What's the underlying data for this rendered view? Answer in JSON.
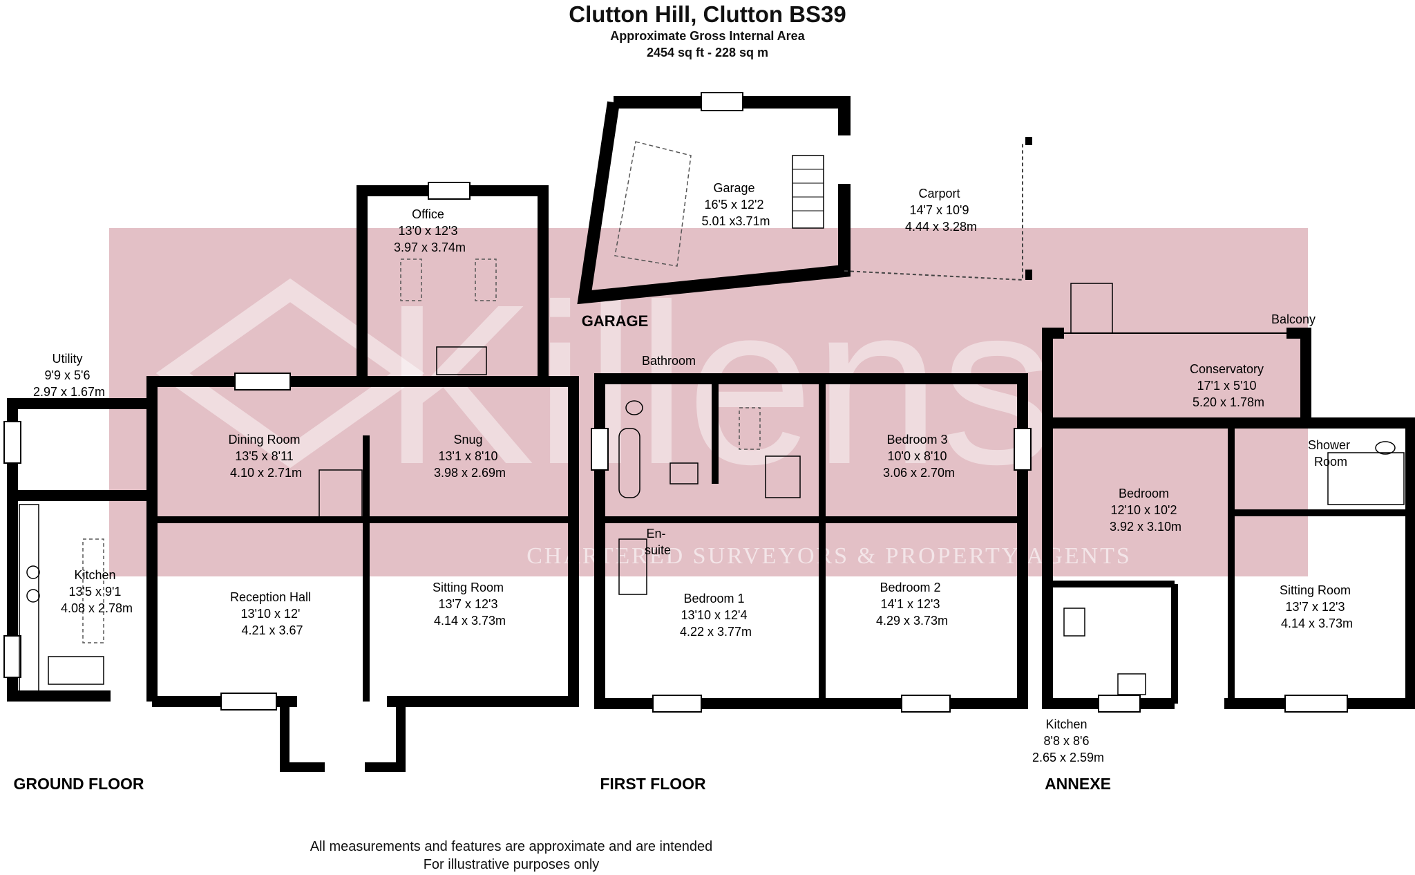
{
  "header": {
    "title": "Clutton Hill, Clutton BS39",
    "area_label": "Approximate Gross Internal Area",
    "area_value": "2454 sq ft - 228 sq m"
  },
  "watermark": {
    "brand": "Killens",
    "tagline": "CHARTERED SURVEYORS & PROPERTY AGENTS",
    "color": "#d9a8b1"
  },
  "colors": {
    "wall": "#000000",
    "background": "#ffffff",
    "band": "#e3c0c6"
  },
  "section_labels": {
    "ground_floor": "GROUND FLOOR",
    "first_floor": "FIRST FLOOR",
    "annexe": "ANNEXE",
    "garage": "GARAGE"
  },
  "rooms": {
    "garage": {
      "name": "Garage",
      "imperial": "16'5 x 12'2",
      "metric": "5.01 x3.71m"
    },
    "carport": {
      "name": "Carport",
      "imperial": "14'7 x 10'9",
      "metric": "4.44 x 3.28m"
    },
    "office": {
      "name": "Office",
      "imperial": "13'0 x 12'3",
      "metric": "3.97 x 3.74m"
    },
    "utility": {
      "name": "Utility",
      "imperial": "9'9 x 5'6",
      "metric": "2.97 x 1.67m"
    },
    "dining": {
      "name": "Dining Room",
      "imperial": "13'5 x 8'11",
      "metric": "4.10 x 2.71m"
    },
    "snug": {
      "name": "Snug",
      "imperial": "13'1 x 8'10",
      "metric": "3.98 x 2.69m"
    },
    "kitchen": {
      "name": "Kitchen",
      "imperial": "13'5 x 9'1",
      "metric": "4.08 x 2.78m"
    },
    "reception": {
      "name": "Reception Hall",
      "imperial": "13'10 x 12'",
      "metric": "4.21 x 3.67"
    },
    "sitting_ground": {
      "name": "Sitting Room",
      "imperial": "13'7 x 12'3",
      "metric": "4.14 x 3.73m"
    },
    "bathroom": {
      "name": "Bathroom"
    },
    "bedroom3": {
      "name": "Bedroom 3",
      "imperial": "10'0 x 8'10",
      "metric": "3.06 x 2.70m"
    },
    "ensuite": {
      "name_line1": "En-",
      "name_line2": "suite"
    },
    "bedroom1": {
      "name": "Bedroom 1",
      "imperial": "13'10 x 12'4",
      "metric": "4.22 x 3.77m"
    },
    "bedroom2": {
      "name": "Bedroom 2",
      "imperial": "14'1 x 12'3",
      "metric": "4.29 x 3.73m"
    },
    "balcony": {
      "name": "Balcony"
    },
    "conservatory": {
      "name": "Conservatory",
      "imperial": "17'1 x 5'10",
      "metric": "5.20 x 1.78m"
    },
    "shower": {
      "name_line1": "Shower",
      "name_line2": "Room"
    },
    "annexe_bedroom": {
      "name": "Bedroom",
      "imperial": "12'10 x 10'2",
      "metric": "3.92 x 3.10m"
    },
    "annexe_sitting": {
      "name": "Sitting Room",
      "imperial": "13'7 x 12'3",
      "metric": "4.14 x 3.73m"
    },
    "annexe_kitchen": {
      "name": "Kitchen",
      "imperial": "8'8 x 8'6",
      "metric": "2.65 x 2.59m"
    }
  },
  "footer": {
    "line1": "All measurements and features are approximate and are intended",
    "line2": "For illustrative purposes only"
  }
}
